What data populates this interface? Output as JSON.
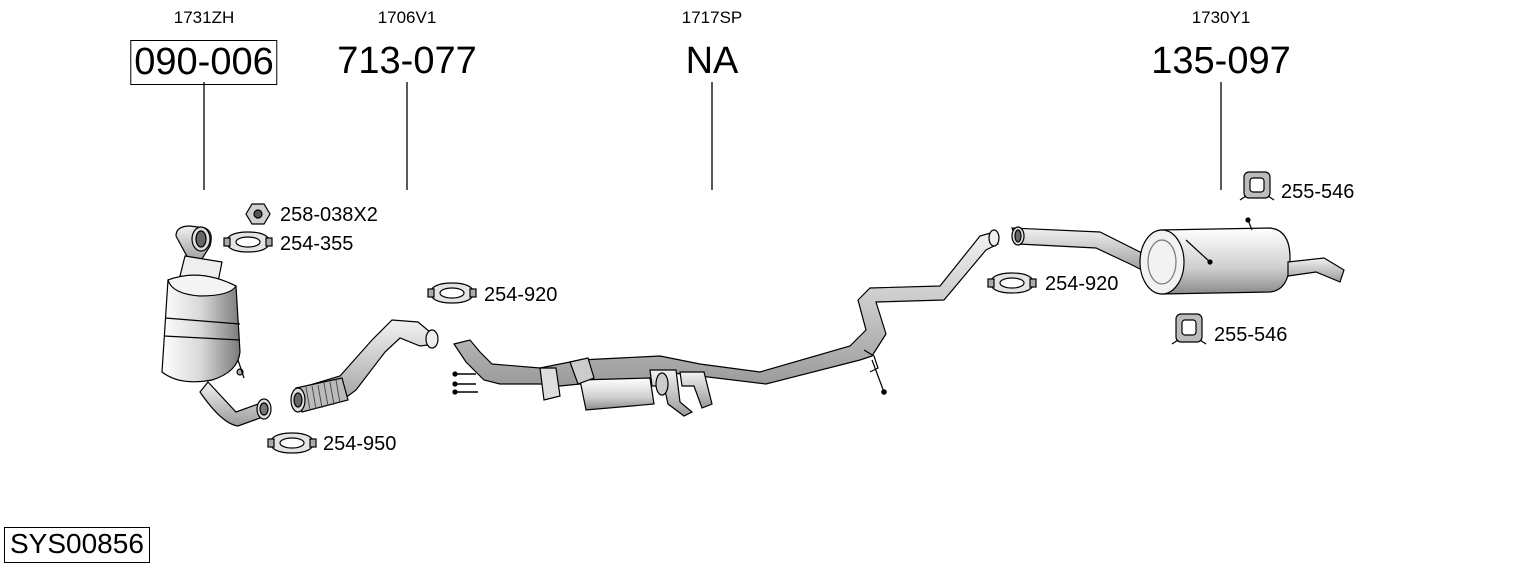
{
  "system_code": "SYS00856",
  "leader_parts": [
    {
      "id": "front-pipe-catalyst",
      "oem": "1731ZH",
      "part_number": "090-006",
      "boxed": true
    },
    {
      "id": "front-pipe",
      "oem": "1706V1",
      "part_number": "713-077",
      "boxed": false
    },
    {
      "id": "middle-section",
      "oem": "1717SP",
      "part_number": "NA",
      "boxed": false
    },
    {
      "id": "rear-silencer",
      "oem": "1730Y1",
      "part_number": "135-097",
      "boxed": false
    }
  ],
  "accessories": [
    {
      "id": "nut",
      "label": "258-038X2",
      "icon": "nut-icon"
    },
    {
      "id": "clamp-a",
      "label": "254-355",
      "icon": "clamp-icon"
    },
    {
      "id": "clamp-b",
      "label": "254-920",
      "icon": "clamp-icon"
    },
    {
      "id": "clamp-c",
      "label": "254-950",
      "icon": "clamp-icon"
    },
    {
      "id": "clamp-d",
      "label": "254-920",
      "icon": "clamp-icon"
    },
    {
      "id": "hanger-a",
      "label": "255-546",
      "icon": "rubber-hanger-icon"
    },
    {
      "id": "hanger-b",
      "label": "255-546",
      "icon": "rubber-hanger-icon"
    }
  ]
}
